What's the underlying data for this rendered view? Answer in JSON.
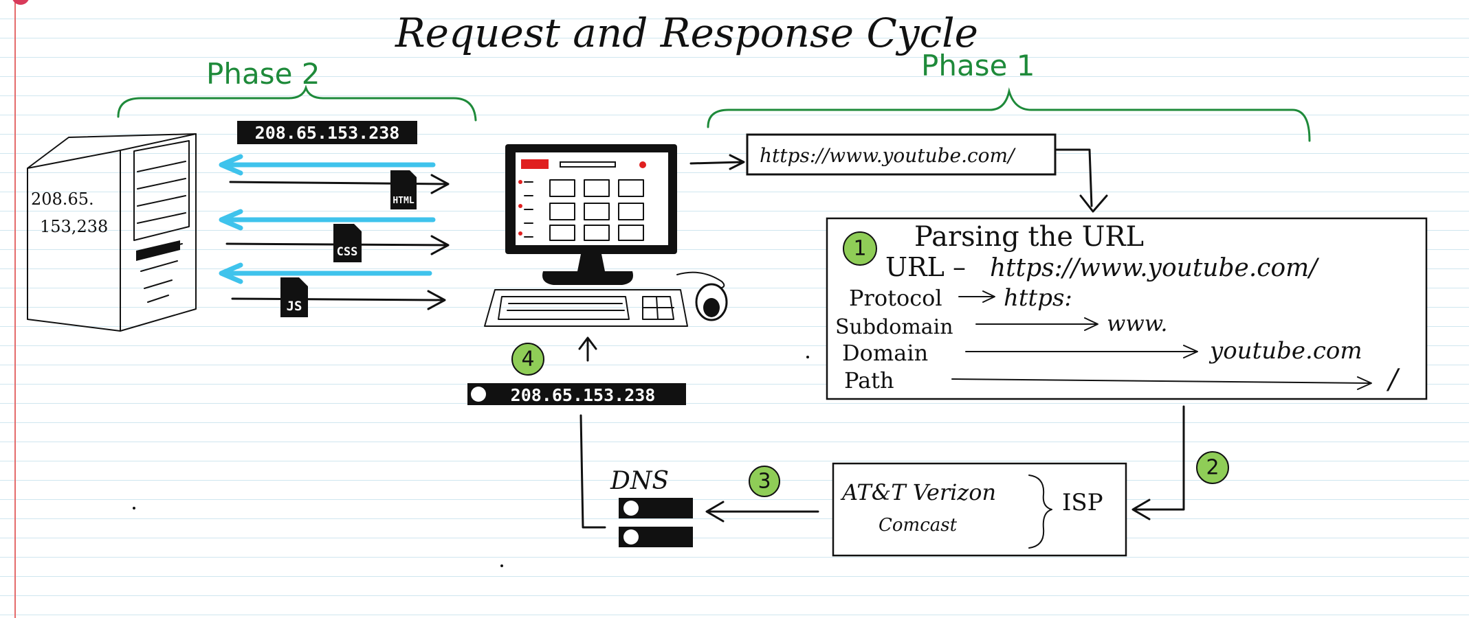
{
  "title": "Request and Response Cycle",
  "phases": {
    "phase_1": "Phase 1",
    "phase_2": "Phase 2"
  },
  "server": {
    "ip_line_1": "208.65.",
    "ip_line_2": "153,238"
  },
  "server_ip_label": "208.65.153.238",
  "file_tags": {
    "html": "HTML",
    "css": "CSS",
    "js": "JS"
  },
  "browser_url": "https://www.youtube.com/",
  "parsing": {
    "heading": "Parsing the URL",
    "step": "1",
    "url_label": "URL –",
    "url_value": "https://www.youtube.com/",
    "rows": [
      {
        "label": "Protocol",
        "value": "https:"
      },
      {
        "label": "Subdomain",
        "value": "www."
      },
      {
        "label": "Domain",
        "value": "youtube.com"
      },
      {
        "label": "Path",
        "value": "/"
      }
    ]
  },
  "steps": {
    "two": "2",
    "three": "3",
    "four": "4"
  },
  "isp": {
    "providers_line_1": "AT&T  Verizon",
    "providers_line_2": "Comcast",
    "label": "ISP"
  },
  "dns": {
    "label": "DNS"
  },
  "dns_ip_label": "208.65.153.238",
  "colors": {
    "phase_green": "#1e8a3a",
    "request_blue": "#3fc3ec",
    "badge_green": "#8fcd57",
    "margin_red": "#e46a6a",
    "screen_red": "#e02020"
  },
  "icons": {
    "server": "server-tower-icon",
    "computer": "desktop-computer-icon",
    "dns": "dns-server-icon",
    "file": "file-icon"
  }
}
